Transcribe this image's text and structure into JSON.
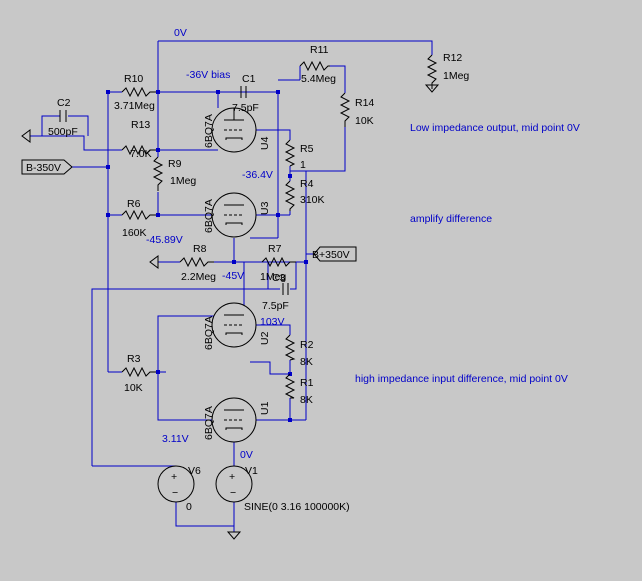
{
  "node_labels": {
    "zero_top": "0V",
    "bias": "-36V bias",
    "v_364": "-36.4V",
    "v_4589": "-45.89V",
    "v_45": "-45V",
    "v_103": "103V",
    "v_311": "3.11V",
    "zero_bottom": "0V"
  },
  "ports": {
    "b_minus": "B-350V",
    "b_plus": "B+350V"
  },
  "annotations": {
    "low_impedance": "Low impedance output, mid point 0V",
    "amplify": "amplify difference",
    "high_impedance": "high impedance input difference, mid point 0V"
  },
  "components": {
    "r10": {
      "name": "R10",
      "value": "3.71Meg"
    },
    "r11": {
      "name": "R11",
      "value": "5.4Meg"
    },
    "r12": {
      "name": "R12",
      "value": "1Meg"
    },
    "r13": {
      "name": "R13",
      "value": "7.0K"
    },
    "r14": {
      "name": "R14",
      "value": "10K"
    },
    "r9": {
      "name": "R9",
      "value": "1Meg"
    },
    "r5": {
      "name": "R5",
      "value": "1"
    },
    "r4": {
      "name": "R4",
      "value": "310K"
    },
    "r6": {
      "name": "R6",
      "value": "160K"
    },
    "r8": {
      "name": "R8",
      "value": "2.2Meg"
    },
    "r7": {
      "name": "R7",
      "value": "1Meg"
    },
    "r2": {
      "name": "R2",
      "value": "8K"
    },
    "r1": {
      "name": "R1",
      "value": "8K"
    },
    "r3": {
      "name": "R3",
      "value": "10K"
    },
    "c1": {
      "name": "C1",
      "value": "7.5pF"
    },
    "c2": {
      "name": "C2",
      "value": "500pF"
    },
    "c3": {
      "name": "C3",
      "value": "7.5pF"
    },
    "u4": {
      "name": "U4",
      "model": "6BQ7A"
    },
    "u3": {
      "name": "U3",
      "model": "6BQ7A"
    },
    "u2": {
      "name": "U2",
      "model": "6BQ7A"
    },
    "u1": {
      "name": "U1",
      "model": "6BQ7A"
    },
    "v6": {
      "name": "V6",
      "value": "0"
    },
    "v1": {
      "name": "V1",
      "value": "SINE(0 3.16 100000K)"
    }
  }
}
